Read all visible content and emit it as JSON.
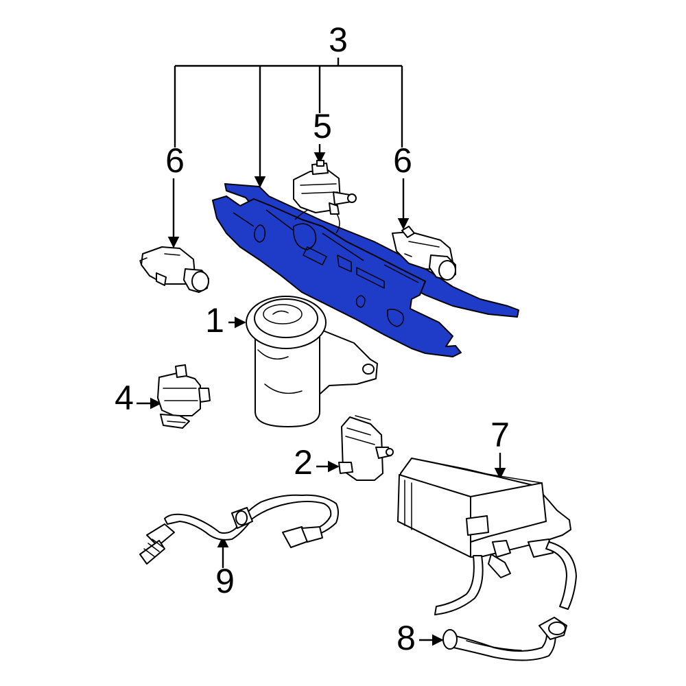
{
  "colors": {
    "highlight": "#1e3cc8",
    "line": "#000000",
    "background": "#ffffff"
  },
  "callouts": {
    "c1": "1",
    "c2": "2",
    "c3": "3",
    "c4": "4",
    "c5": "5",
    "c6_left": "6",
    "c6_right": "6",
    "c7": "7",
    "c8": "8",
    "c9": "9"
  },
  "highlighted_part": "3"
}
